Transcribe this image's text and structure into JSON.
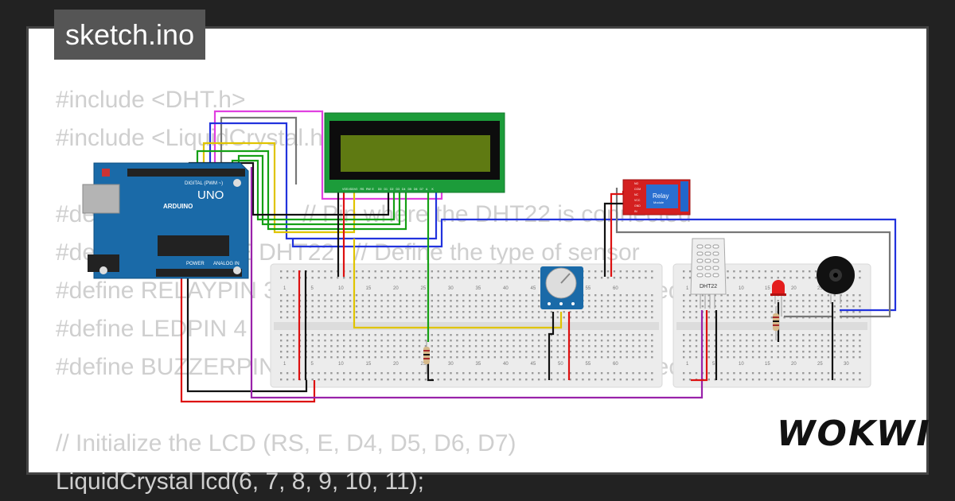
{
  "title": "sketch.ino",
  "brand": "WOKWI",
  "code_lines": [
    "#include <DHT.h>",
    "#include <LiquidCrystal.h>",
    "",
    "#define DHTPIN 2        // Pin where the DHT22 is connected",
    "#define DHTTYPE DHT22   // Define the type of sensor",
    "#define RELAYPIN 3      // Pin where the relay is connected",
    "#define LEDPIN 4        // Pin where the LED is connected",
    "#define BUZZERPIN 5     // Pin where the buzzer is connected",
    "",
    "// Initialize the LCD (RS, E, D4, D5, D6, D7)",
    "LiquidCrystal lcd(6, 7, 8, 9, 10, 11);"
  ],
  "arduino": {
    "model": "UNO",
    "brand": "ARDUINO",
    "digital_label": "DIGITAL (PWM ~)",
    "power_label": "POWER",
    "analog_label": "ANALOG IN"
  },
  "lcd": {
    "pin_labels": [
      "VSS",
      "VDD",
      "V0",
      "RS",
      "RW",
      "E",
      "D0",
      "D1",
      "D2",
      "D3",
      "D4",
      "D5",
      "D6",
      "D7",
      "A",
      "K"
    ]
  },
  "relay": {
    "label": "Relay",
    "sublabel": "Module",
    "pins": [
      "NO",
      "COM",
      "NC",
      "VCC",
      "GND",
      "IN"
    ]
  },
  "sensor": {
    "label": "DHT22"
  },
  "breadboard_numbers": [
    "1",
    "5",
    "10",
    "15",
    "20",
    "25",
    "30",
    "35",
    "40",
    "45",
    "50",
    "55",
    "60"
  ],
  "breadboard2_numbers": [
    "1",
    "5",
    "10",
    "15",
    "20",
    "25",
    "30"
  ],
  "colors": {
    "background": "#222222",
    "frame": "#ffffff",
    "code_text": "#cfcfcf",
    "badge": "#555555",
    "arduino": "#1a6aa8",
    "lcd_pcb": "#1c9c3a",
    "lcd_screen": "#5f7a12",
    "relay_pcb": "#d42020",
    "pot": "#1a6aa8",
    "buzzer": "#111111"
  }
}
